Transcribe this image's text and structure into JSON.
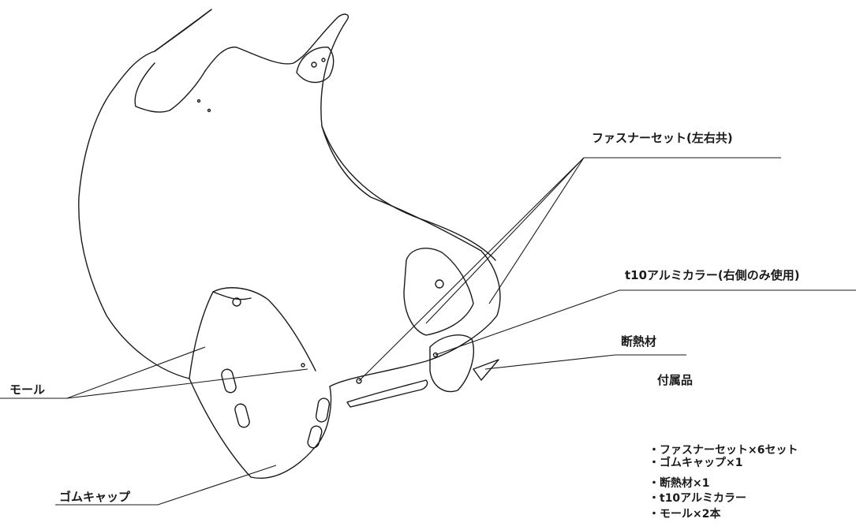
{
  "labels": {
    "fastener_set": "ファスナーセット(左右共)",
    "aluminum_collar": "t10アルミカラー(右側のみ使用)",
    "heat_insulator": "断熱材",
    "molding": "モール",
    "rubber_cap": "ゴムキャップ"
  },
  "accessories": {
    "title": "付属品",
    "items": [
      "・ファスナーセット×6セット",
      "・ゴムキャップ×1",
      "・断熱材×1",
      "・t10アルミカラー",
      "・モール×2本"
    ]
  }
}
